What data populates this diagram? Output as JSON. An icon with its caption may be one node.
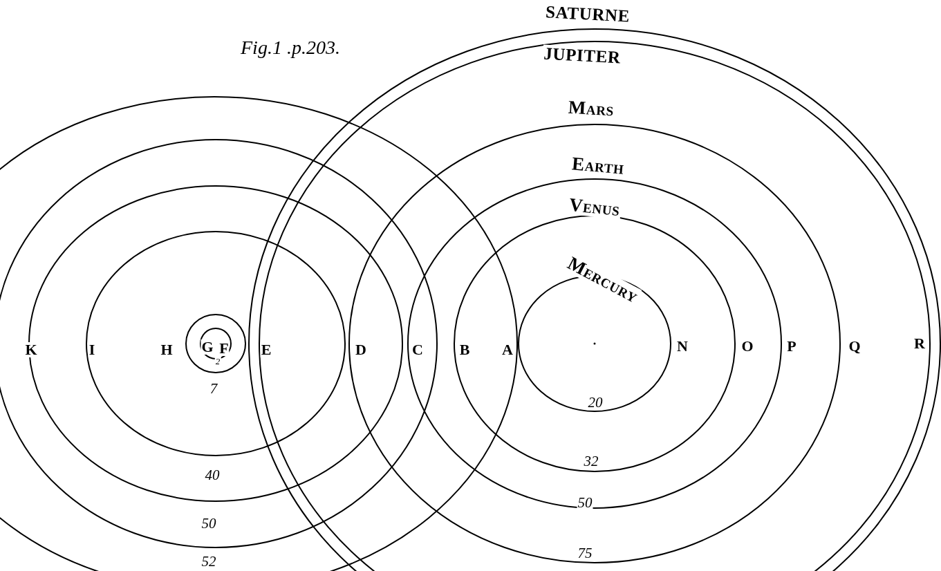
{
  "diagram": {
    "title": "Fig.1 .p.203.",
    "labels": [
      "SATURNE",
      "JUPITER",
      "Mars",
      "Earth",
      "Venus",
      "Mercury",
      "K",
      "I",
      "H",
      "G",
      "F",
      "E",
      "D",
      "C",
      "B",
      "A",
      "N",
      "O",
      "P",
      "Q",
      "R",
      "2",
      "7",
      "20",
      "40",
      "32",
      "50",
      "50",
      "75",
      "52"
    ]
  }
}
